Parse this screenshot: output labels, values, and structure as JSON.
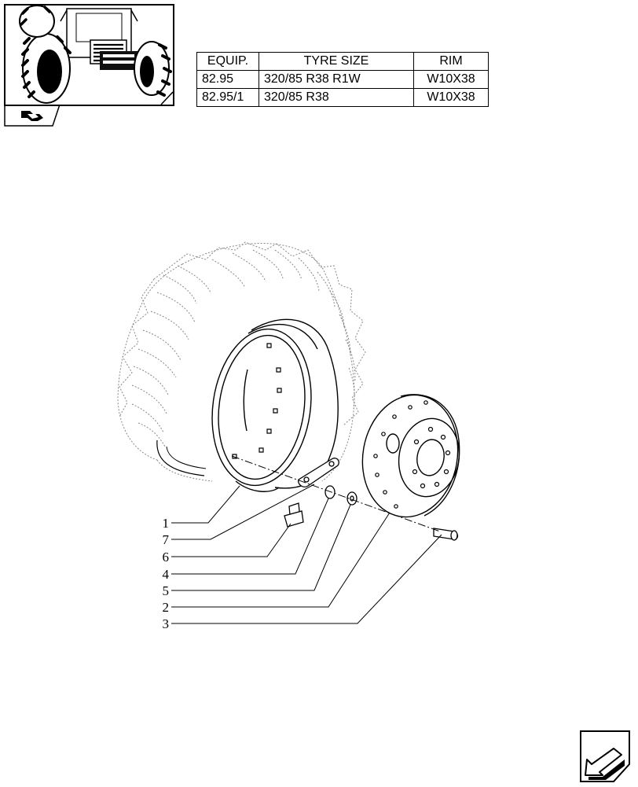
{
  "spec_table": {
    "headers": [
      "EQUIP.",
      "TYRE SIZE",
      "RIM"
    ],
    "rows": [
      [
        "82.95",
        "320/85 R38 R1W",
        "W10X38"
      ],
      [
        "82.95/1",
        "320/85 R38",
        "W10X38"
      ]
    ]
  },
  "callouts": [
    "1",
    "7",
    "6",
    "4",
    "5",
    "2",
    "3"
  ],
  "icons": {
    "thumbnail": "tractor-rear-view-thumbnail",
    "tab": "section-tab-icon",
    "navigation": "next-page-arrow-icon"
  }
}
